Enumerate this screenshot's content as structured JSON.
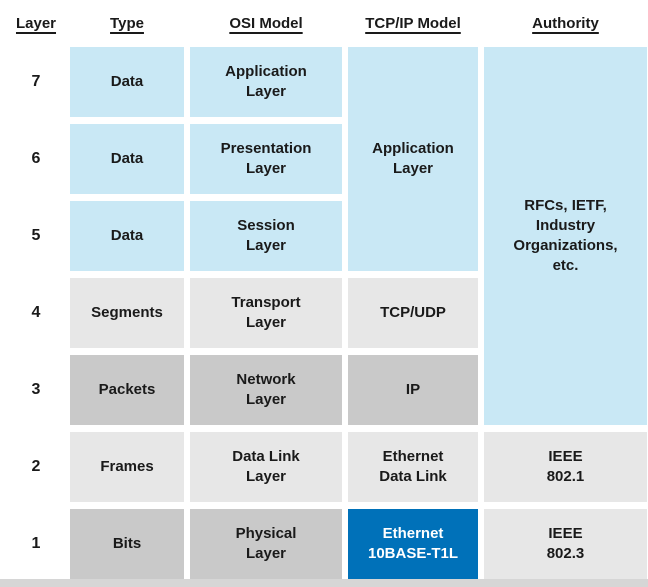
{
  "columns": {
    "layer": "Layer",
    "type": "Type",
    "osi": "OSI Model",
    "tcpip": "TCP/IP Model",
    "authority": "Authority"
  },
  "rows": [
    {
      "layer": "7",
      "type": "Data",
      "osi": "Application\nLayer"
    },
    {
      "layer": "6",
      "type": "Data",
      "osi": "Presentation\nLayer"
    },
    {
      "layer": "5",
      "type": "Data",
      "osi": "Session\nLayer"
    },
    {
      "layer": "4",
      "type": "Segments",
      "osi": "Transport\nLayer",
      "tcpip": "TCP/UDP"
    },
    {
      "layer": "3",
      "type": "Packets",
      "osi": "Network\nLayer",
      "tcpip": "IP"
    },
    {
      "layer": "2",
      "type": "Frames",
      "osi": "Data Link\nLayer",
      "tcpip": "Ethernet\nData Link",
      "authority": "IEEE\n802.1"
    },
    {
      "layer": "1",
      "type": "Bits",
      "osi": "Physical\nLayer",
      "tcpip": "Ethernet\n10BASE-T1L",
      "authority": "IEEE\n802.3"
    }
  ],
  "spans": {
    "tcpip_application": "Application\nLayer",
    "authority_rfc": "RFCs, IETF,\nIndustry\nOrganizations,\netc."
  },
  "colors": {
    "light_blue": "#c9e8f5",
    "light_gray": "#e7e7e7",
    "mid_gray": "#c9c9c9",
    "accent_blue": "#0071b9",
    "edge_gray": "#d6d6d6",
    "text": "#1a1a1a",
    "inverse_text": "#ffffff"
  }
}
